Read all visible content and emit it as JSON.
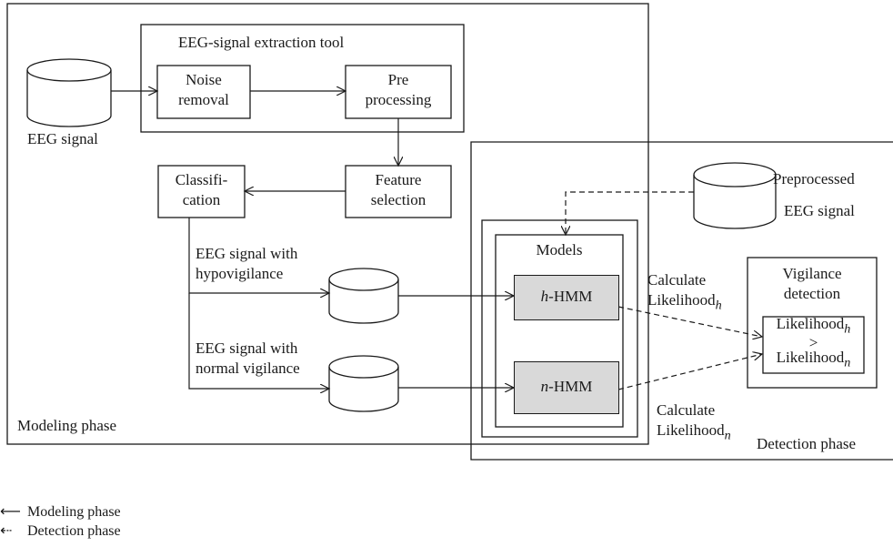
{
  "phases": {
    "modeling_title": "Modeling phase",
    "detection_title": "Detection phase"
  },
  "extraction_tool": {
    "title": "EEG-signal extraction tool",
    "noise_removal": [
      "Noise",
      "removal"
    ],
    "pre_processing": [
      "Pre",
      "processing"
    ]
  },
  "eeg_signal": "EEG signal",
  "feature_selection": [
    "Feature",
    "selection"
  ],
  "classification": [
    "Classifi-",
    "cation"
  ],
  "hypo_label": [
    "EEG signal with",
    "hypovigilance"
  ],
  "normal_label": [
    "EEG signal with",
    "normal vigilance"
  ],
  "preprocessed": [
    "Preprocessed",
    "EEG signal"
  ],
  "models": {
    "title": "Models",
    "h_prefix": "h",
    "n_prefix": "n",
    "hmm_suffix": "-HMM"
  },
  "calc_h": {
    "line1": "Calculate",
    "line2": "Likelihood",
    "sub": "h"
  },
  "calc_n": {
    "line1": "Calculate",
    "line2": "Likelihood",
    "sub": "n"
  },
  "vigilance": {
    "title": [
      "Vigilance",
      "detection"
    ],
    "top": "Likelihood",
    "top_sub": "h",
    "gt": ">",
    "bottom": "Likelihood",
    "bottom_sub": "n"
  },
  "legend": [
    {
      "symbol": "⟵",
      "label": "Modeling phase"
    },
    {
      "symbol": "⇠",
      "label": "Detection phase"
    }
  ]
}
